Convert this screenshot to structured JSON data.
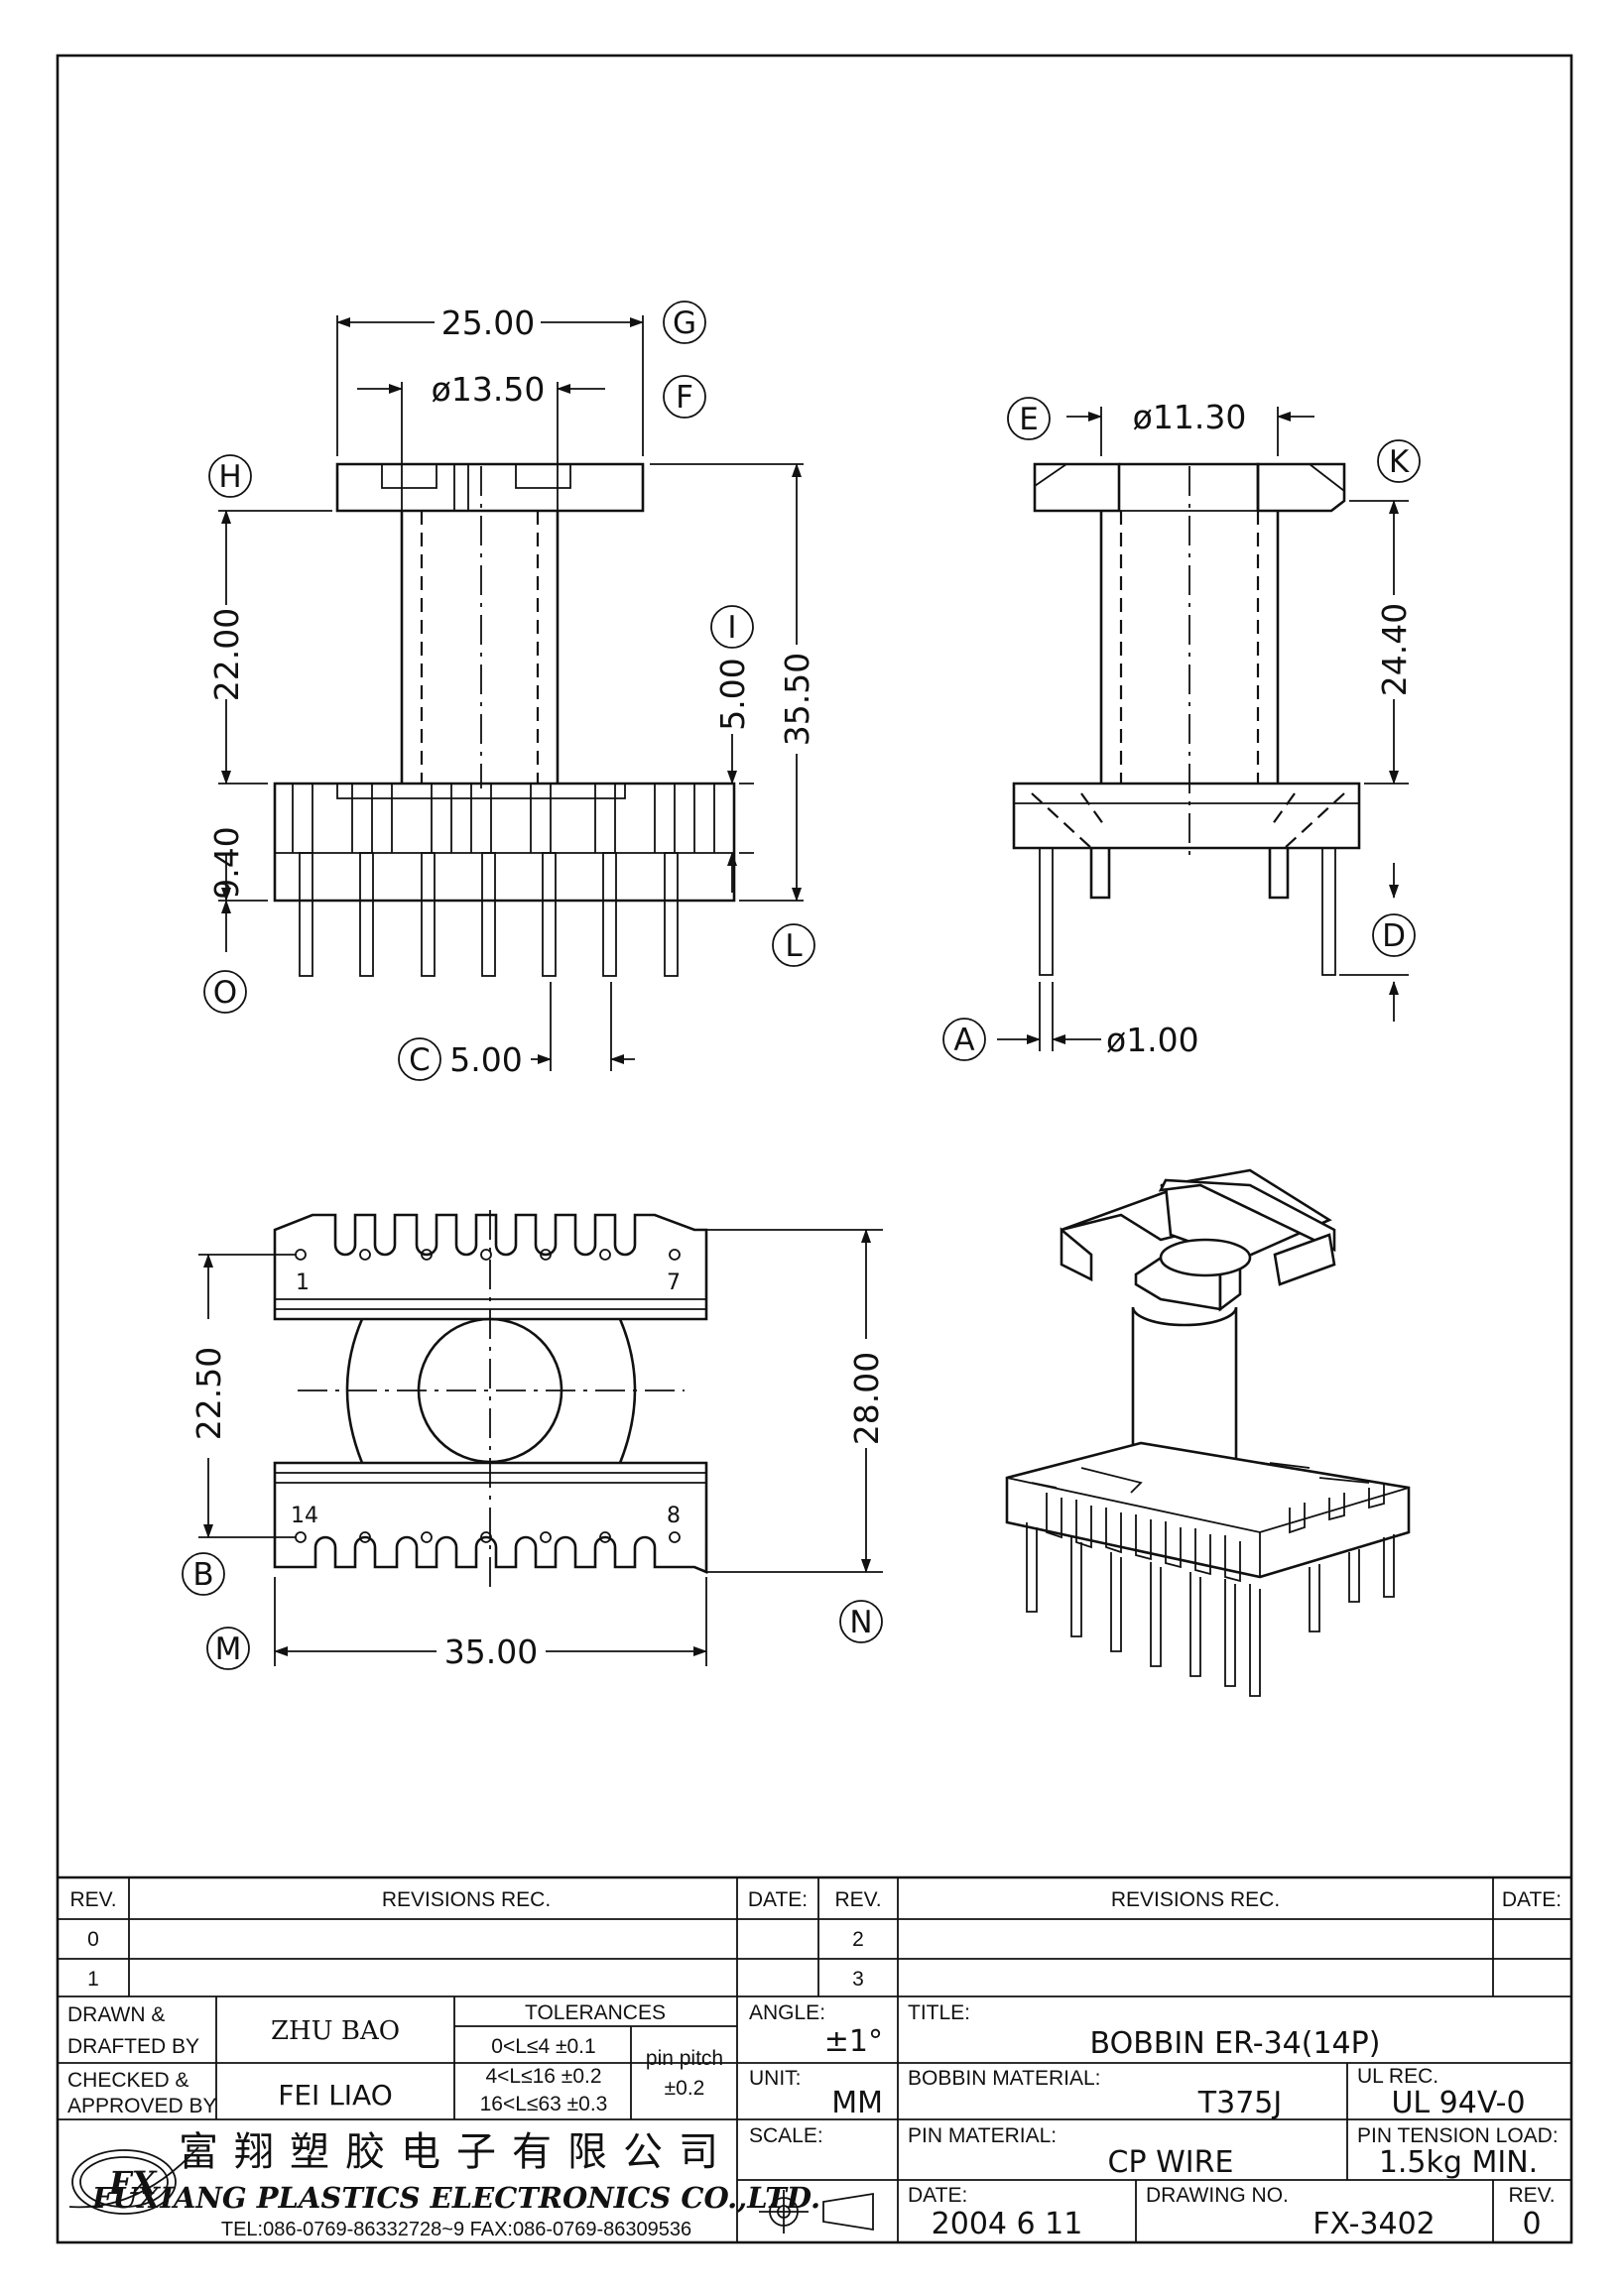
{
  "dimensions": {
    "d25": "25.00",
    "d1350": "ø13.50",
    "d2200": "22.00",
    "d940": "9.40",
    "d500v": "5.00",
    "d3550": "35.50",
    "d500c": "5.00",
    "d1130": "ø11.30",
    "d2440": "24.40",
    "d100": "ø1.00",
    "d2250": "22.50",
    "d2800": "28.00",
    "d3500": "35.00"
  },
  "callouts": {
    "A": "A",
    "B": "B",
    "C": "C",
    "D": "D",
    "E": "E",
    "F": "F",
    "G": "G",
    "H": "H",
    "I": "I",
    "K": "K",
    "L": "L",
    "M": "M",
    "N": "N",
    "O": "O"
  },
  "pins": {
    "p1": "1",
    "p7": "7",
    "p14": "14",
    "p8": "8"
  },
  "title_block": {
    "rev_hdr": "REV.",
    "revisions_hdr": "REVISIONS   REC.",
    "date_hdr": "DATE:",
    "rev0": "0",
    "rev1": "1",
    "rev2": "2",
    "rev3": "3",
    "drawn_l1": "DRAWN  &",
    "drawn_l2": "DRAFTED BY",
    "drawn_name": "ZHU  BAO",
    "checked_l1": "CHECKED  &",
    "checked_l2": "APPROVED  BY",
    "checked_name": "FEI  LIAO",
    "tolerances": "TOLERANCES",
    "tol1": "0<L≤4    ±0.1",
    "tol2": "4<L≤16  ±0.2",
    "tol3": "16<L≤63  ±0.3",
    "pitch_l1": "pin  pitch",
    "pitch_l2": "±0.2",
    "angle_l": "ANGLE:",
    "angle_v": "±1°",
    "unit_l": "UNIT:",
    "unit_v": "MM",
    "scale_l": "SCALE:",
    "title_l": "TITLE:",
    "title_v": "BOBBIN  ER-34(14P)",
    "bobbin_mat_l": "BOBBIN  MATERIAL:",
    "bobbin_mat_v": "T375J",
    "ul_l": "UL  REC.",
    "ul_v": "UL  94V-0",
    "pin_mat_l": "PIN  MATERIAL:",
    "pin_mat_v": "CP  WIRE",
    "tension_l": "PIN  TENSION  LOAD:",
    "tension_v": "1.5kg  MIN.",
    "date_l": "DATE:",
    "date_v": "2004  6  11",
    "drawing_l": "DRAWING  NO.",
    "drawing_v": "FX-3402",
    "rev_l": "REV.",
    "rev_v": "0",
    "company_cn": "富翔塑胶电子有限公司",
    "company_en": "FUXIANG  PLASTICS  ELECTRONICS  CO.,LTD.",
    "contact": "TEL:086-0769-86332728~9    FAX:086-0769-86309536"
  }
}
